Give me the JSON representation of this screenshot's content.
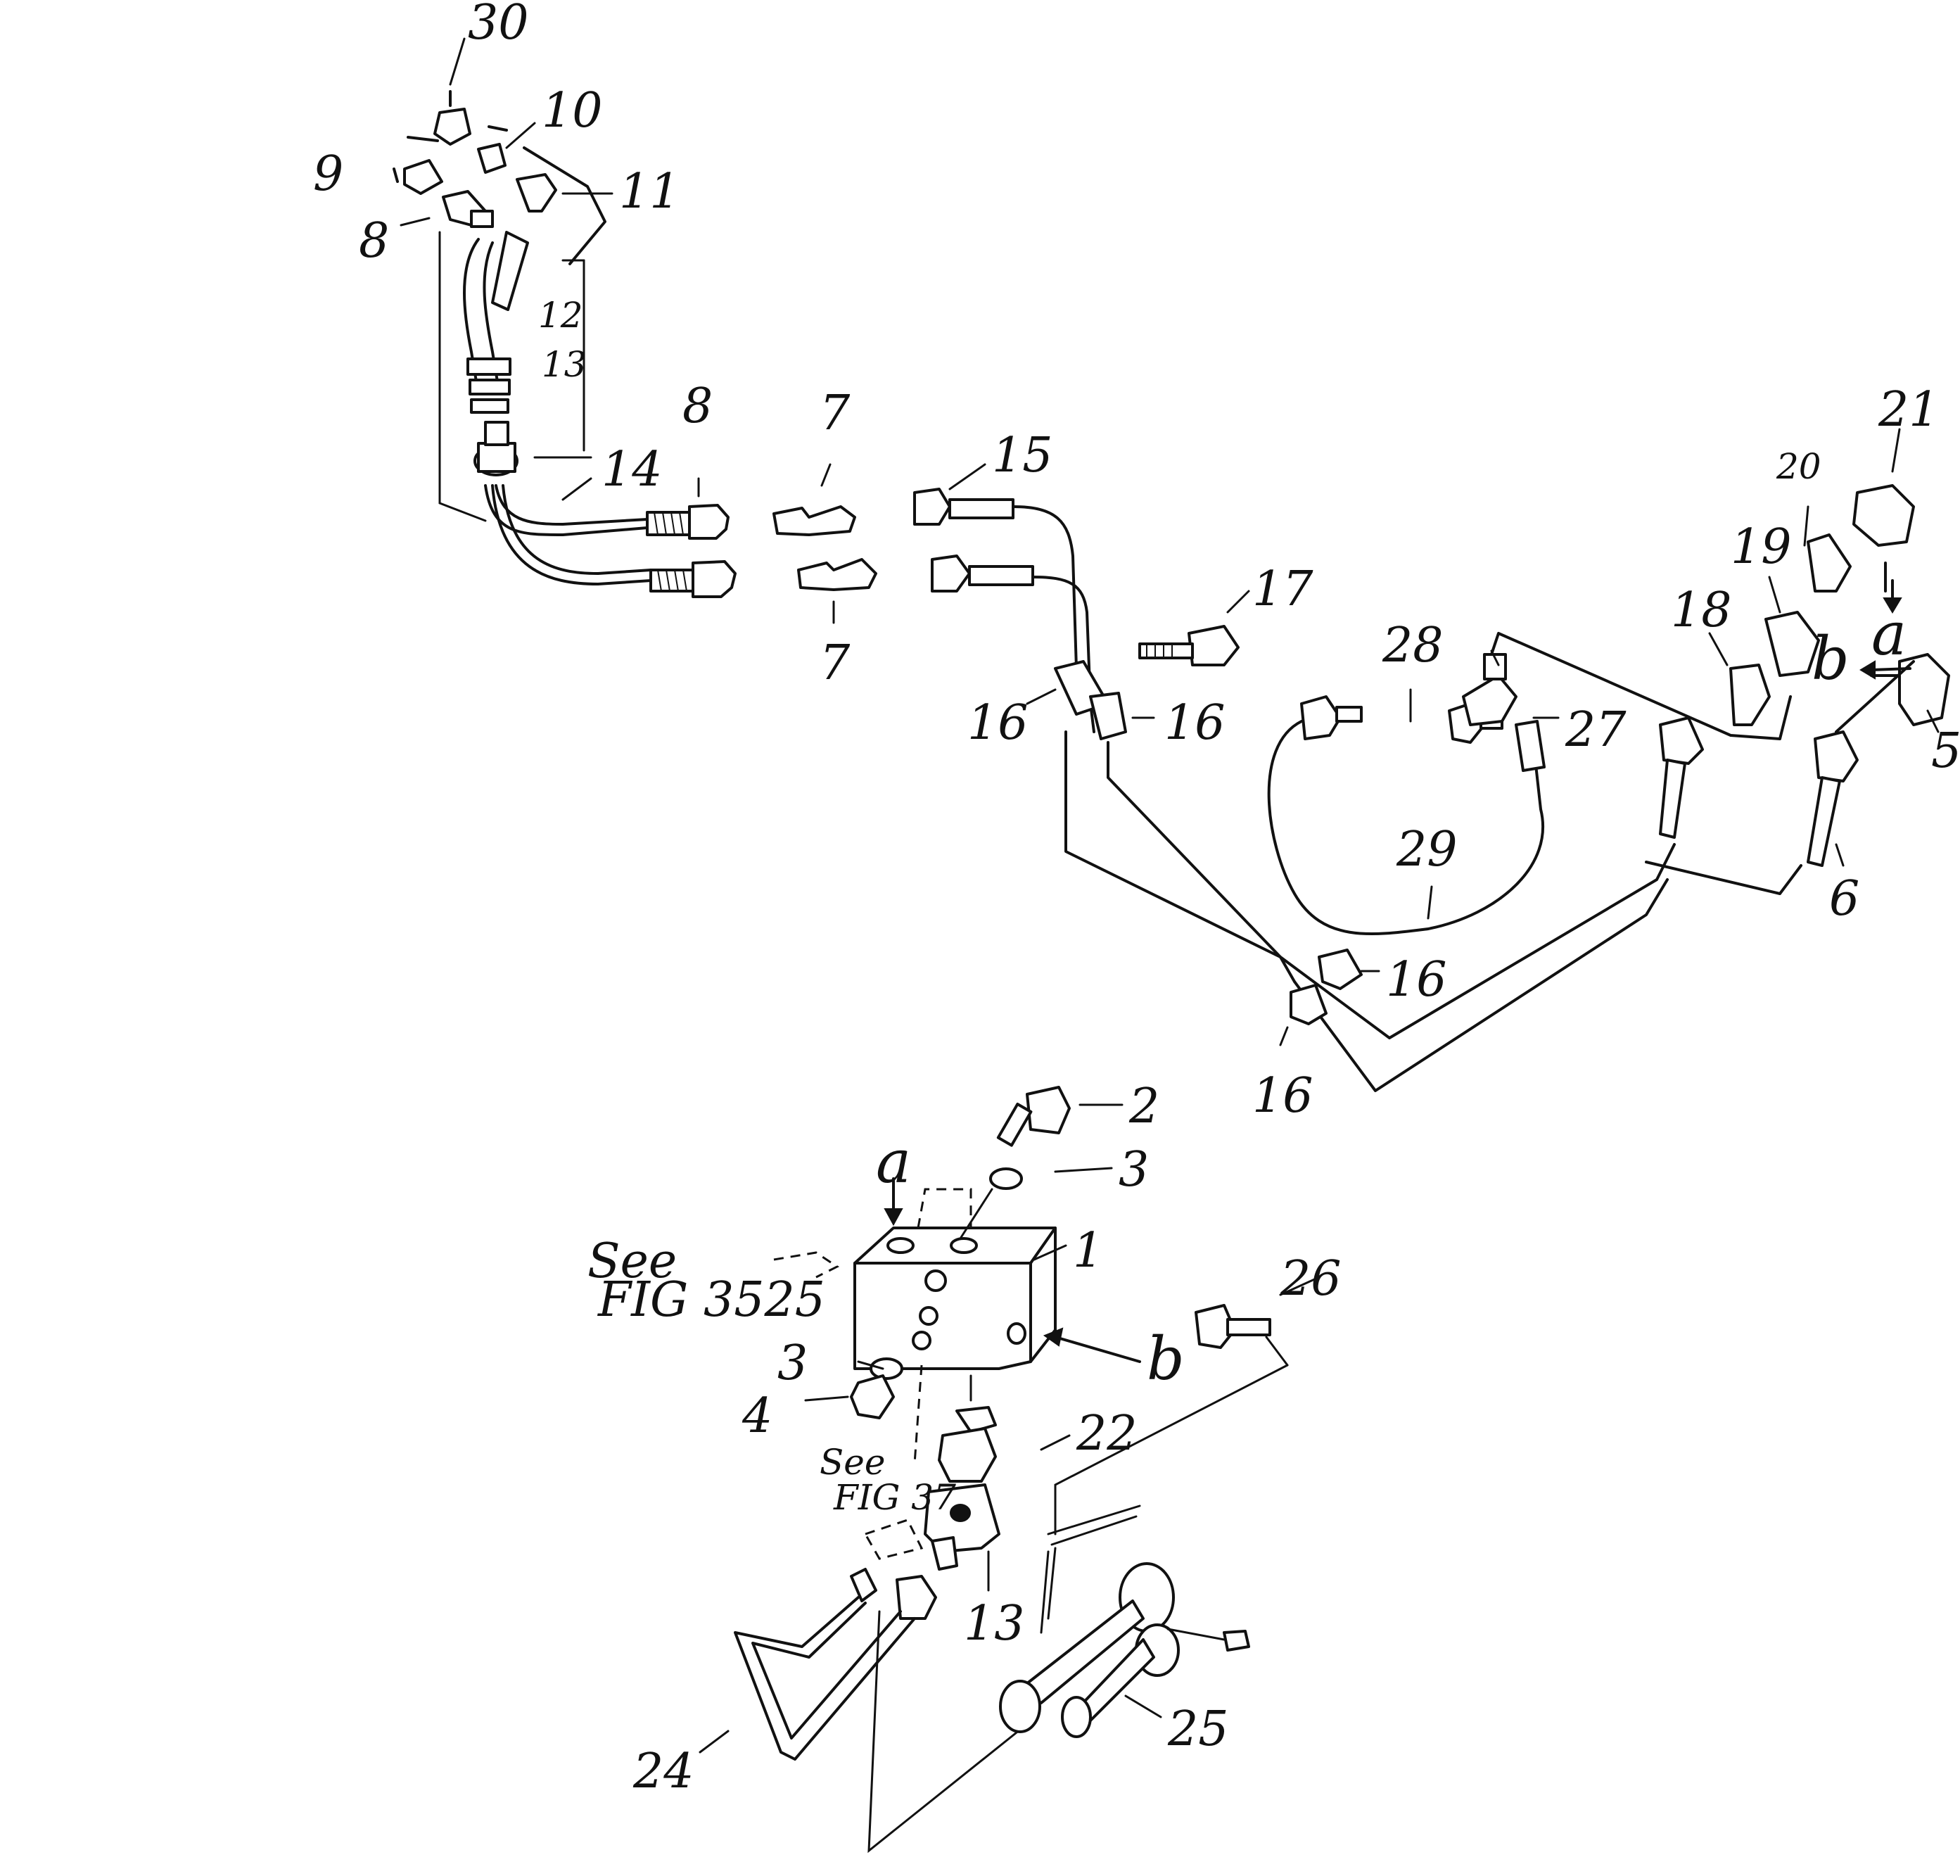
{
  "callouts": {
    "c30": "30",
    "c10": "10",
    "c9": "9",
    "c11": "11",
    "c8_top": "8",
    "c12": "12",
    "c13_top": "13",
    "c14": "14",
    "c8_mid": "8",
    "c7_top": "7",
    "c7_bottom": "7",
    "c15": "15",
    "c17": "17",
    "c16_a": "16",
    "c16_b": "16",
    "c16_c": "16",
    "c16_d": "16",
    "c28": "28",
    "c27": "27",
    "c29": "29",
    "c21": "21",
    "c20": "20",
    "c19": "19",
    "c18": "18",
    "c5": "5",
    "c6": "6",
    "c2": "2",
    "c3_top": "3",
    "c3_bottom": "3",
    "c1": "1",
    "c4": "4",
    "c26": "26",
    "c22": "22",
    "c13_bottom": "13",
    "c24": "24",
    "c25": "25"
  },
  "letters": {
    "a_top": "a",
    "b_top": "b",
    "a_bottom": "a",
    "b_bottom": "b"
  },
  "notes": {
    "see_1": "See",
    "fig_3525": "FIG 3525",
    "see_2": "See",
    "fig_37": "FIG 37"
  }
}
